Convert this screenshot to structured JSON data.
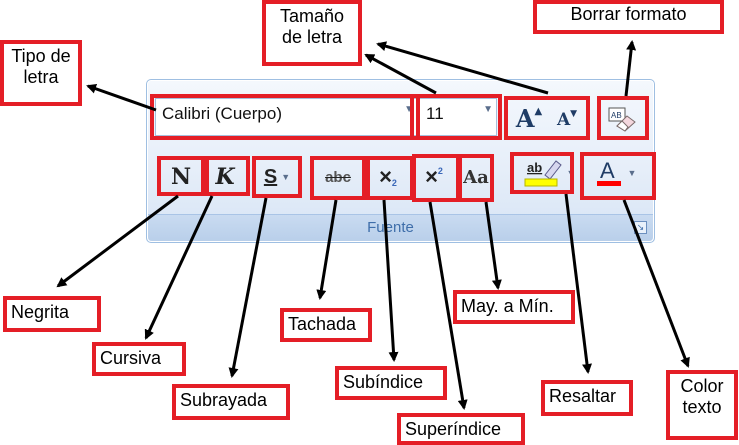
{
  "ribbon": {
    "font_name": "Calibri (Cuerpo)",
    "font_size": "11",
    "grow_font_glyph": "A",
    "shrink_font_glyph": "A",
    "clear_format_glyph": "AB",
    "bold_glyph": "N",
    "italic_glyph": "K",
    "underline_glyph": "S",
    "strike_glyph": "abc",
    "subscript_glyph": "×",
    "subscript_mark": "2",
    "superscript_glyph": "×",
    "superscript_mark": "2",
    "change_case_glyph": "Aa",
    "highlight_glyph": "ab",
    "font_color_glyph": "A",
    "group_label": "Fuente",
    "colors": {
      "highlight": "#ffff00",
      "font_color": "#ff0000",
      "label": "#3f6eaa"
    }
  },
  "callouts": {
    "font_type": "Tipo de\nletra",
    "font_size": "Tamaño\nde letra",
    "clear_format": "Borrar formato",
    "bold": "Negrita",
    "italic": "Cursiva",
    "underline": "Subrayada",
    "strikethrough": "Tachada",
    "subscript": "Subíndice",
    "superscript": "Superíndice",
    "change_case": "May. a Mín.",
    "highlight": "Resaltar",
    "font_color": "Color\ntexto"
  }
}
